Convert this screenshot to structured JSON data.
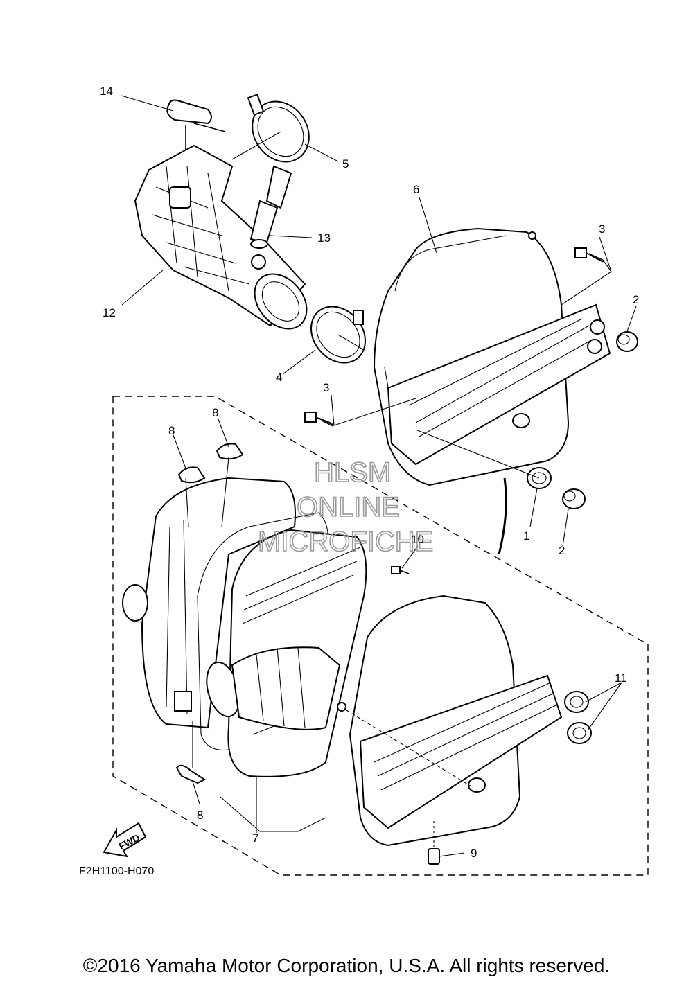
{
  "callouts": {
    "c1": "1",
    "c2a": "2",
    "c2b": "2",
    "c3a": "3",
    "c3b": "3",
    "c4": "4",
    "c5": "5",
    "c6": "6",
    "c7": "7",
    "c8a": "8",
    "c8b": "8",
    "c8c": "8",
    "c9": "9",
    "c10": "10",
    "c11": "11",
    "c12": "12",
    "c13": "13",
    "c14": "14"
  },
  "fwd_label": "FWD",
  "diagram_code": "F2H1100-H070",
  "watermark": {
    "line1": "HLSM",
    "line2": "ONLINE",
    "line3": "MICROFICHE"
  },
  "copyright": "©2016 Yamaha Motor Corporation, U.S.A. All rights reserved."
}
